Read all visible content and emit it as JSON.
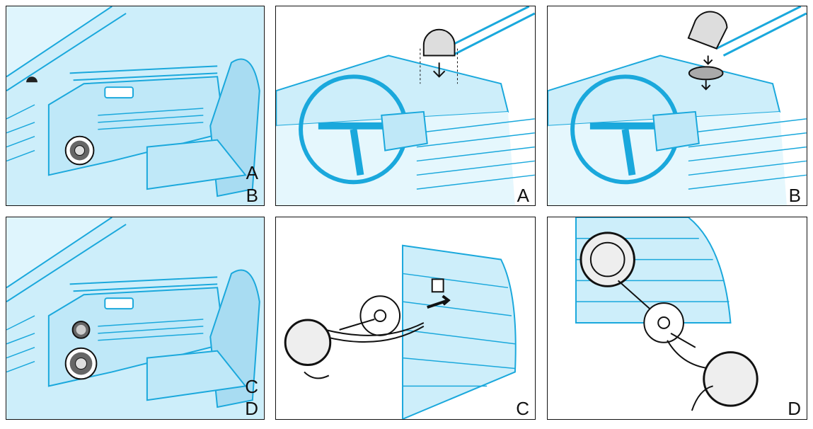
{
  "panels": [
    {
      "id": "p1",
      "labels": [
        "A",
        "B"
      ]
    },
    {
      "id": "p2",
      "labels": [
        "A"
      ]
    },
    {
      "id": "p3",
      "labels": [
        "B"
      ]
    },
    {
      "id": "p4",
      "labels": [
        "C",
        "D"
      ]
    },
    {
      "id": "p5",
      "labels": [
        "C"
      ]
    },
    {
      "id": "p6",
      "labels": [
        "D"
      ]
    }
  ],
  "colors": {
    "line": "#1aa8dc",
    "fill": "#cdeefa",
    "ink": "#111111"
  }
}
